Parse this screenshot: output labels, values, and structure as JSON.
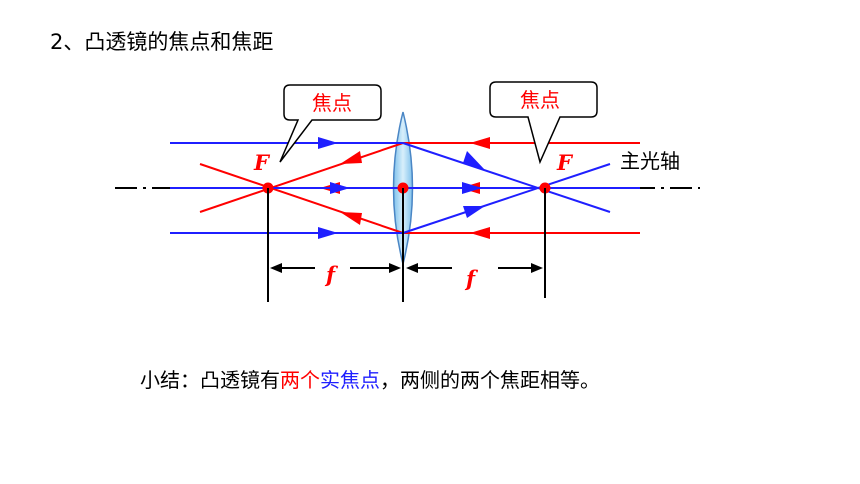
{
  "title": "2、凸透镜的焦点和焦距",
  "diagram": {
    "callout_left": "焦点",
    "callout_right": "焦点",
    "focus_left": "F",
    "focus_right": "F",
    "axis_label": "主光轴",
    "focal_length_left": "f",
    "focal_length_right": "f",
    "colors": {
      "left_rays": "#ff0000",
      "right_rays": "#1f1fff",
      "lens": "#a9d8f5"
    }
  },
  "summary": {
    "part1": "小结：凸透镜有",
    "part2": "两个",
    "part3": "实焦点",
    "part4": "，两侧的两个焦距相等。"
  }
}
